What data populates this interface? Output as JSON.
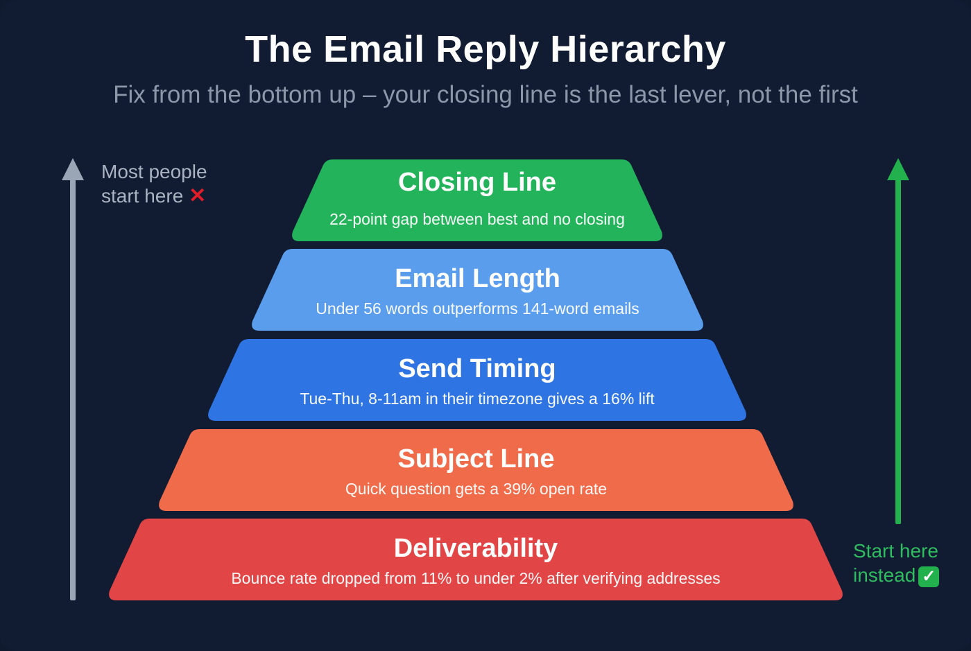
{
  "header": {
    "title": "The Email Reply Hierarchy",
    "subtitle": "Fix from the bottom up – your closing line is the last lever, not the first"
  },
  "left_note": {
    "line1": "Most people",
    "line2": "start here",
    "icon": "cross-mark-icon",
    "icon_glyph": "✕",
    "arrow_color": "#9aa5b5"
  },
  "right_note": {
    "line1": "Start here",
    "line2": "instead",
    "icon": "check-mark-icon",
    "icon_glyph": "✓",
    "arrow_color": "#22b14c"
  },
  "tiers": [
    {
      "title": "Closing Line",
      "description": "22-point gap between best and no closing",
      "color": "#22b35b"
    },
    {
      "title": "Email Length",
      "description": "Under 56 words outperforms 141-word emails",
      "color": "#5b9ded"
    },
    {
      "title": "Send Timing",
      "description": "Tue-Thu, 8-11am in their timezone gives a 16% lift",
      "color": "#2f74e3"
    },
    {
      "title": "Subject Line",
      "description": "Quick question gets a 39% open rate",
      "color": "#f06b4a"
    },
    {
      "title": "Deliverability",
      "description": "Bounce rate dropped from 11% to under 2% after verifying addresses",
      "color": "#e24545"
    }
  ]
}
